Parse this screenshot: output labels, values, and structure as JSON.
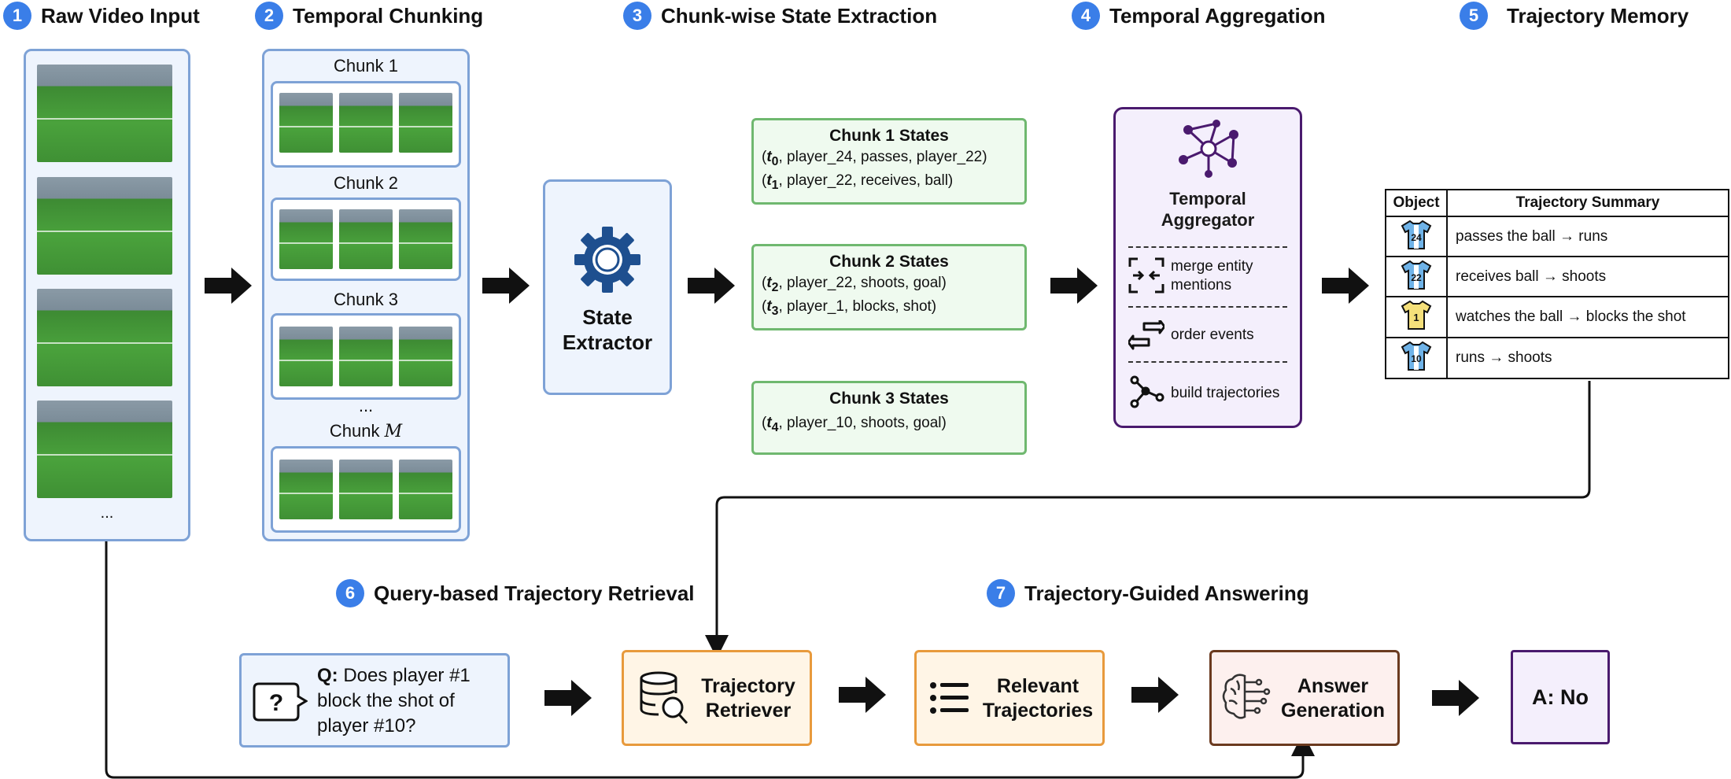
{
  "stages": [
    {
      "num": "1",
      "title": "Raw Video Input"
    },
    {
      "num": "2",
      "title": "Temporal Chunking"
    },
    {
      "num": "3",
      "title": "Chunk-wise State Extraction"
    },
    {
      "num": "4",
      "title": "Temporal Aggregation"
    },
    {
      "num": "5",
      "title": "Trajectory Memory"
    },
    {
      "num": "6",
      "title": "Query-based Trajectory Retrieval"
    },
    {
      "num": "7",
      "title": "Trajectory-Guided Answering"
    }
  ],
  "raw_video": {
    "ellipsis": "..."
  },
  "chunking": {
    "chunks": [
      "Chunk 1",
      "Chunk 2",
      "Chunk 3"
    ],
    "ellipsis": "...",
    "last_chunk_prefix": "Chunk ",
    "last_chunk_var": "M"
  },
  "extractor": {
    "line1": "State",
    "line2": "Extractor"
  },
  "chunk_states": [
    {
      "title": "Chunk 1 States",
      "lines": [
        {
          "t": "t",
          "sub": "0",
          "rest": ", player_24, passes, player_22)"
        },
        {
          "t": "t",
          "sub": "1",
          "rest": ", player_22, receives, ball)"
        }
      ]
    },
    {
      "title": "Chunk 2 States",
      "lines": [
        {
          "t": "t",
          "sub": "2",
          "rest": ", player_22, shoots, goal)"
        },
        {
          "t": "t",
          "sub": "3",
          "rest": ", player_1, blocks, shot)"
        }
      ]
    },
    {
      "title": "Chunk 3 States",
      "lines": [
        {
          "t": "t",
          "sub": "4",
          "rest": ", player_10, shoots, goal)"
        }
      ]
    }
  ],
  "aggregator": {
    "title_line1": "Temporal",
    "title_line2": "Aggregator",
    "steps": [
      "merge entity",
      "mentions",
      "order events",
      "build trajectories"
    ]
  },
  "trajectory_table": {
    "headers": [
      "Object",
      "Trajectory Summary"
    ],
    "rows": [
      {
        "jersey": "24",
        "summary": "passes the ball → runs"
      },
      {
        "jersey": "22",
        "summary": "receives ball → shoots"
      },
      {
        "jersey": "1",
        "summary": "watches the ball → blocks the shot"
      },
      {
        "jersey": "10",
        "summary": "runs → shoots"
      }
    ]
  },
  "query": {
    "q_label": "Q:",
    "q_text": " Does player #1",
    "line2": "block the shot of",
    "line3": "player #10?",
    "icon_glyph": "?"
  },
  "retriever": {
    "line1": "Trajectory",
    "line2": "Retriever"
  },
  "relevant": {
    "line1": "Relevant",
    "line2": "Trajectories"
  },
  "answer_gen": {
    "line1": "Answer",
    "line2": "Generation"
  },
  "answer": {
    "text": "A: No"
  },
  "colors": {
    "stage_badge": "#3a7ee8",
    "blue_border": "#7ea2d6",
    "green_border": "#6fb86f",
    "purple_border": "#4a1a6e",
    "orange_border": "#e89a3c",
    "brown_border": "#6b3a1f",
    "jersey_blue": "#6fb3e8",
    "jersey_yellow": "#f5e07a"
  }
}
